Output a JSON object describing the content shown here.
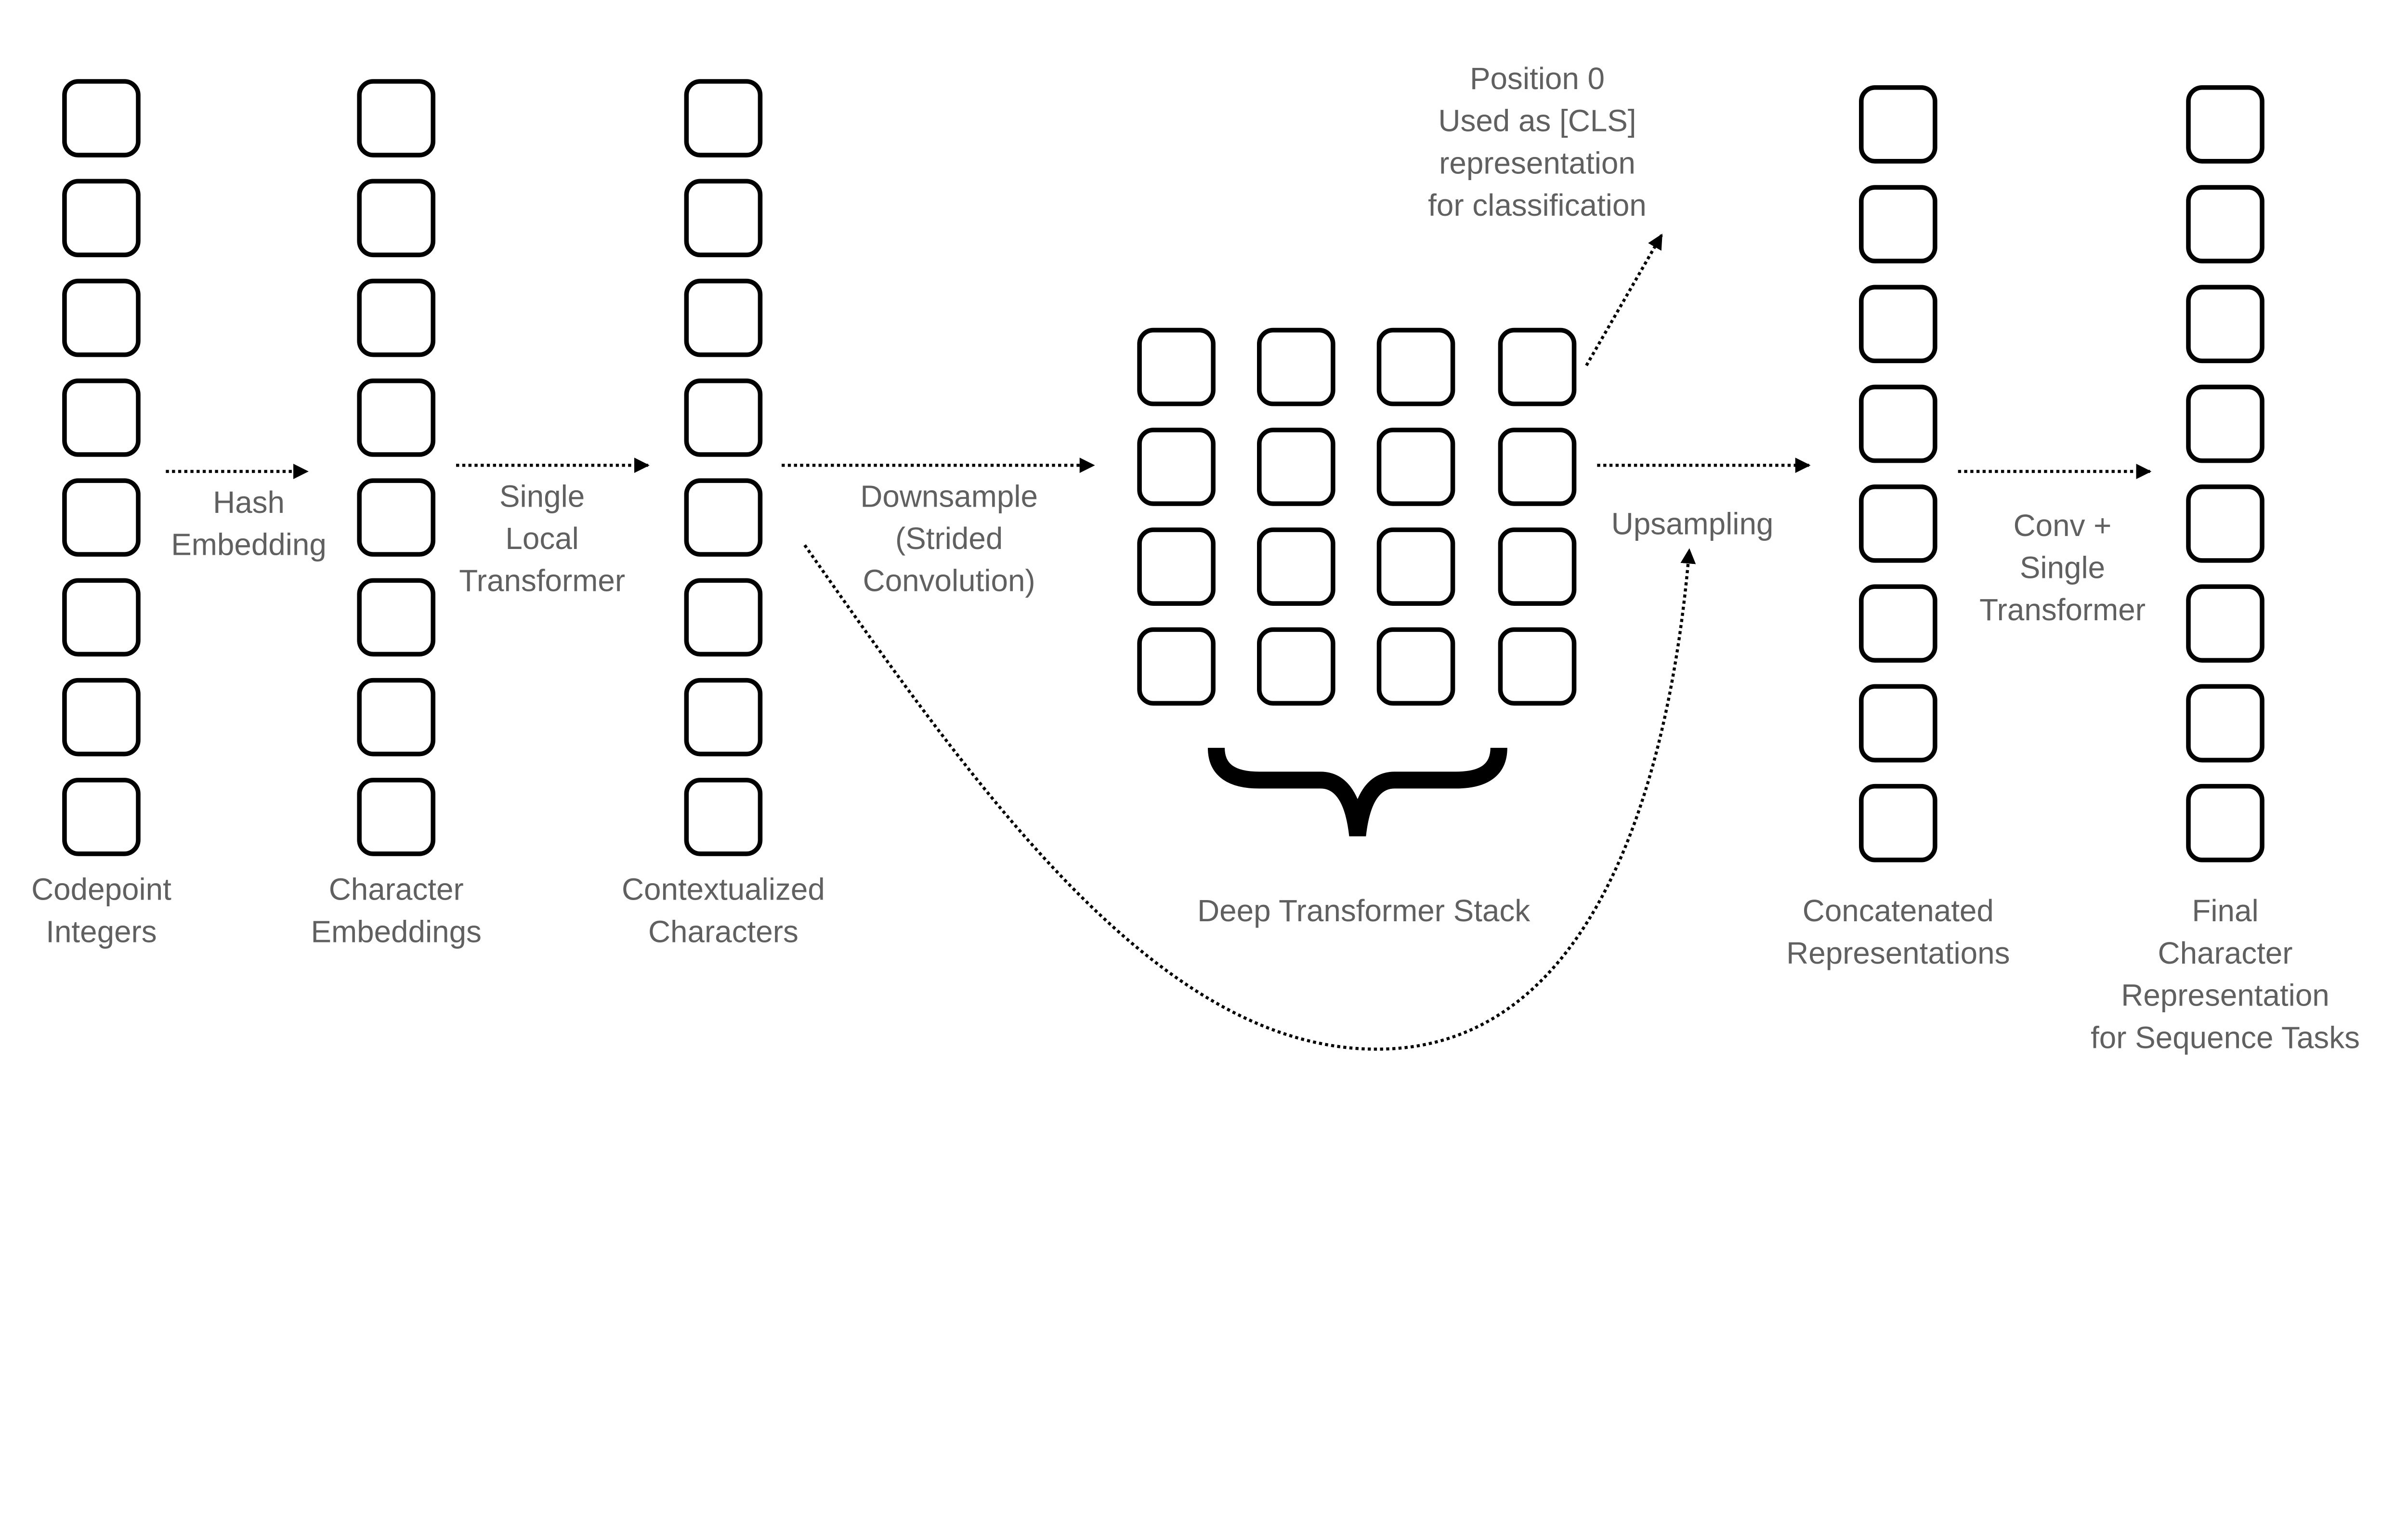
{
  "columns": [
    {
      "label": [
        "Codepoint",
        "Integers"
      ]
    },
    {
      "label": [
        "Character",
        "Embeddings"
      ]
    },
    {
      "label": [
        "Contextualized",
        "Characters"
      ]
    },
    {
      "label": [
        "Concatenated",
        "Representations"
      ]
    },
    {
      "label": [
        "Final",
        "Character",
        "Representation",
        "for Sequence Tasks"
      ]
    }
  ],
  "arrows": [
    {
      "label": [
        "Hash",
        "Embedding"
      ]
    },
    {
      "label": [
        "Single",
        "Local",
        "Transformer"
      ]
    },
    {
      "label": [
        "Downsample",
        "(Strided",
        "Convolution)"
      ]
    },
    {
      "label": [
        "Upsampling"
      ]
    },
    {
      "label": [
        "Conv +",
        "Single",
        "Transformer"
      ]
    }
  ],
  "stack": {
    "label": "Deep Transformer Stack"
  },
  "cls_note": [
    "Position 0",
    "Used as [CLS]",
    "representation",
    "for classification"
  ],
  "colors": {
    "text": "#606060",
    "stroke": "#000000"
  }
}
